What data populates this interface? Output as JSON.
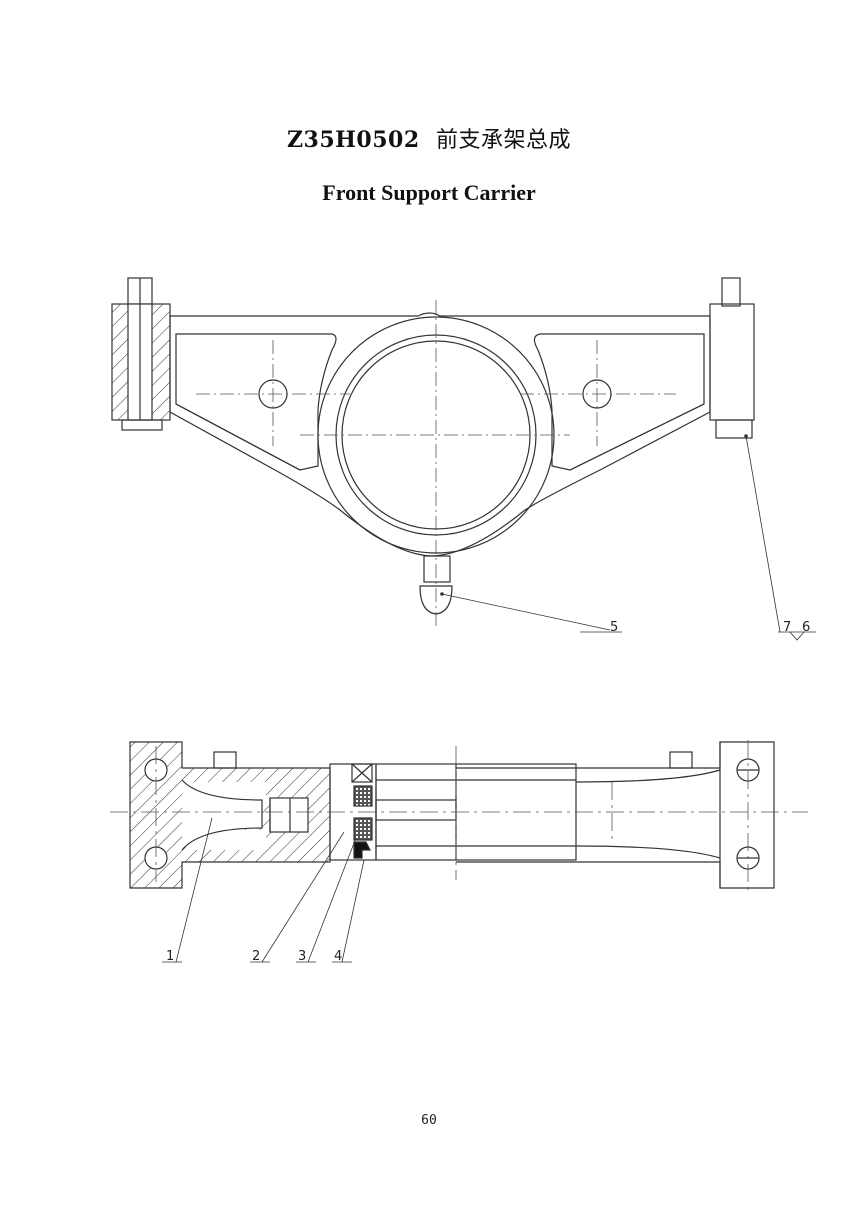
{
  "title_code": "Z35H0502",
  "title_cn": "前支承架总成",
  "title_en": "Front Support Carrier",
  "page_number": "60",
  "callouts": {
    "c1": "1",
    "c2": "2",
    "c3": "3",
    "c4": "4",
    "c5": "5",
    "c7": "7",
    "c6": "6"
  }
}
